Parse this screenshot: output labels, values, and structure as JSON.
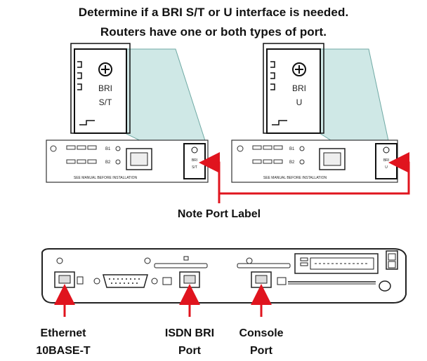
{
  "title_lines": [
    "Determine if a BRI S/T or U interface is needed.",
    "Routers have one or both types of port."
  ],
  "callouts": {
    "left": {
      "port_name": "BRI",
      "port_type": "S/T"
    },
    "right": {
      "port_name": "BRI",
      "port_type": "U"
    }
  },
  "panel_small_labels": {
    "b1": "B1",
    "b2": "B2",
    "manual_text": "SEE MANUAL BEFORE INSTALLATION",
    "left_port_top": "BRI",
    "left_port_bottom": "S/T",
    "right_port_top": "BRI",
    "right_port_bottom": "U"
  },
  "note_label": "Note Port Label",
  "bottom_labels": {
    "ethernet_line1": "Ethernet",
    "ethernet_line2": "10BASE-T",
    "isdn_line1": "ISDN BRI",
    "isdn_line2": "Port",
    "console_line1": "Console",
    "console_line2": "Port"
  },
  "colors": {
    "arrow": "#e0141e",
    "callout_fill": "#cfe8e6",
    "line": "#111111"
  }
}
